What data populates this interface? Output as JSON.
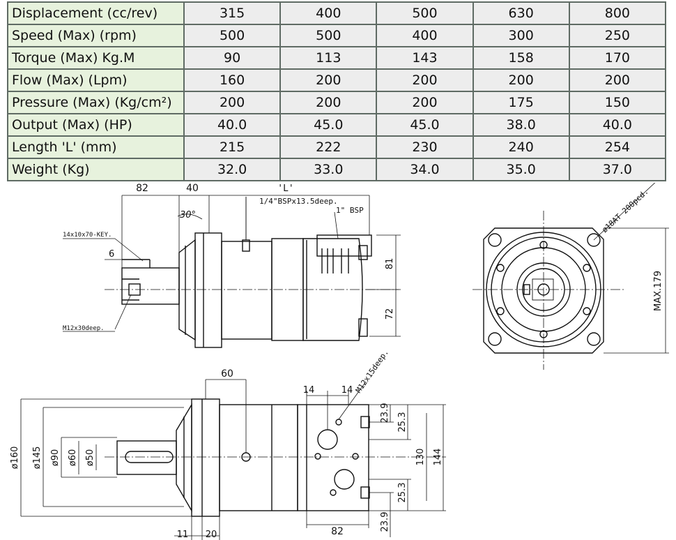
{
  "spec_table": {
    "rows": [
      {
        "label": "Displacement (cc/rev)",
        "values": [
          "315",
          "400",
          "500",
          "630",
          "800"
        ]
      },
      {
        "label": "Speed (Max) (rpm)",
        "values": [
          "500",
          "500",
          "400",
          "300",
          "250"
        ]
      },
      {
        "label": "Torque (Max) Kg.M",
        "values": [
          "90",
          "113",
          "143",
          "158",
          "170"
        ]
      },
      {
        "label": "Flow (Max) (Lpm)",
        "values": [
          "160",
          "200",
          "200",
          "200",
          "200"
        ]
      },
      {
        "label": "Pressure (Max) (Kg/cm²)",
        "values": [
          "200",
          "200",
          "200",
          "175",
          "150"
        ]
      },
      {
        "label": "Output (Max) (HP)",
        "values": [
          "40.0",
          "45.0",
          "45.0",
          "38.0",
          "40.0"
        ]
      },
      {
        "label": "Length 'L' (mm)",
        "values": [
          "215",
          "222",
          "230",
          "240",
          "254"
        ]
      },
      {
        "label": "Weight (Kg)",
        "values": [
          "32.0",
          "33.0",
          "34.0",
          "35.0",
          "37.0"
        ]
      }
    ]
  },
  "drawing": {
    "side_view": {
      "dim_82": "82",
      "dim_40": "40",
      "dim_L": "'L'",
      "angle": "30°",
      "port_note": "1/4\"BSPx13.5deep.",
      "port_main": "1\" BSP",
      "key_note": "14x10x70-KEY.",
      "dim_6": "6",
      "dim_81": "81",
      "dim_72": "72",
      "thread_note": "M12x30deep."
    },
    "end_view": {
      "bolt_note": "ø18AT 200pcd.",
      "max_dim": "MAX.179"
    },
    "bottom_view": {
      "dim_60": "60",
      "dim_14a": "14",
      "dim_14b": "14",
      "thread_note": "M12x15deep.",
      "dia_160": "ø160",
      "dia_145": "ø145",
      "dia_90": "ø90",
      "dia_60": "ø60",
      "dia_50": "ø50",
      "dim_23_9_top": "23.9",
      "dim_25_3_top": "25.3",
      "dim_130": "130",
      "dim_144": "144",
      "dim_25_3_bot": "25.3",
      "dim_23_9_bot": "23.9",
      "dim_82": "82",
      "dim_11": "11",
      "dim_20": "20"
    }
  }
}
